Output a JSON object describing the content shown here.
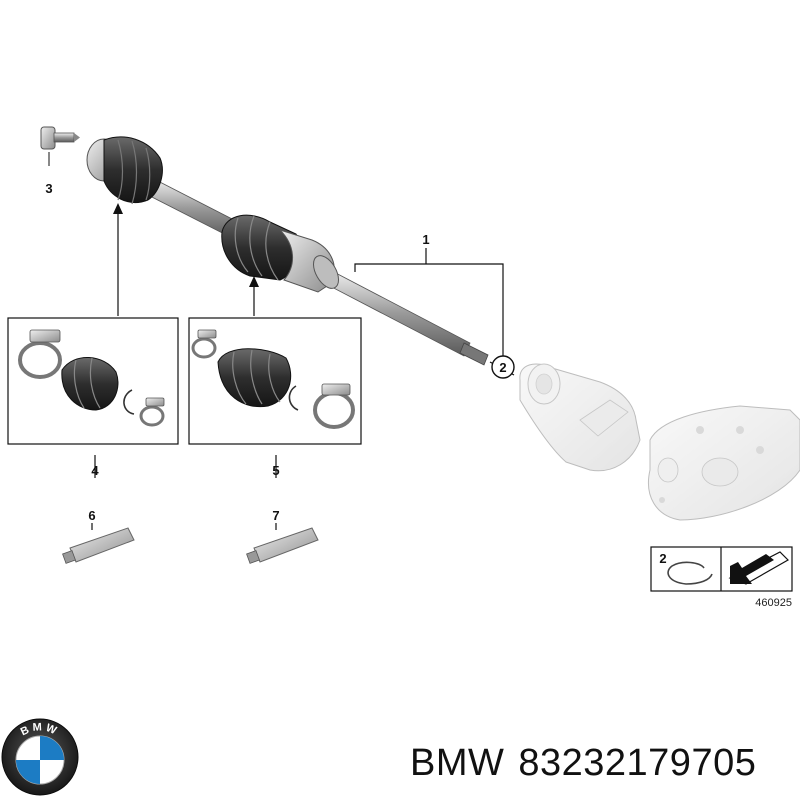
{
  "diagram": {
    "callouts": [
      {
        "id": "callout-1",
        "label": "1"
      },
      {
        "id": "callout-2",
        "label": "2"
      },
      {
        "id": "callout-3",
        "label": "3"
      },
      {
        "id": "callout-4",
        "label": "4"
      },
      {
        "id": "callout-5",
        "label": "5"
      },
      {
        "id": "callout-6",
        "label": "6"
      },
      {
        "id": "callout-7",
        "label": "7"
      }
    ],
    "legend_box": {
      "label": "2",
      "figure_number": "460925"
    },
    "colors": {
      "line": "#111111",
      "part_dark": "#3a3a3a",
      "part_mid": "#8a8a8a",
      "part_light": "#d6d6d6",
      "housing": "#e6e6e6"
    }
  },
  "caption": {
    "brand": "BMW",
    "part_number": "83232179705"
  },
  "logo": {
    "icon": "bmw-roundel-icon",
    "text": "BMW"
  }
}
